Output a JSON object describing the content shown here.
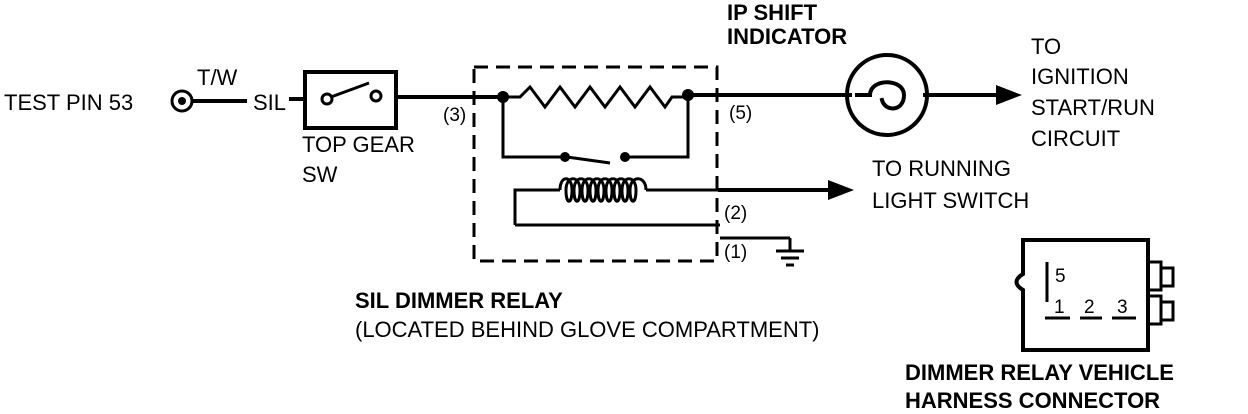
{
  "labels": {
    "test_pin": "TEST PIN 53",
    "wire_color": "T/W",
    "sil_wire": "SIL",
    "top_gear_sw_line1": "TOP GEAR",
    "top_gear_sw_line2": "SW",
    "ip_shift_line1": "IP SHIFT",
    "ip_shift_line2": "INDICATOR",
    "to_ignition_line1": "TO",
    "to_ignition_line2": "IGNITION",
    "to_ignition_line3": "START/RUN",
    "to_ignition_line4": "CIRCUIT",
    "to_running_line1": "TO RUNNING",
    "to_running_line2": "LIGHT SWITCH",
    "relay_title": "SIL DIMMER RELAY",
    "relay_location": "(LOCATED BEHIND GLOVE COMPARTMENT)",
    "connector_line1": "DIMMER RELAY VEHICLE",
    "connector_line2": "HARNESS CONNECTOR"
  },
  "relay_pins": {
    "pin3": "(3)",
    "pin5": "(5)",
    "pin2": "(2)",
    "pin1": "(1)"
  },
  "connector_pins": {
    "pin5": "5",
    "pin1": "1",
    "pin2": "2",
    "pin3": "3"
  }
}
